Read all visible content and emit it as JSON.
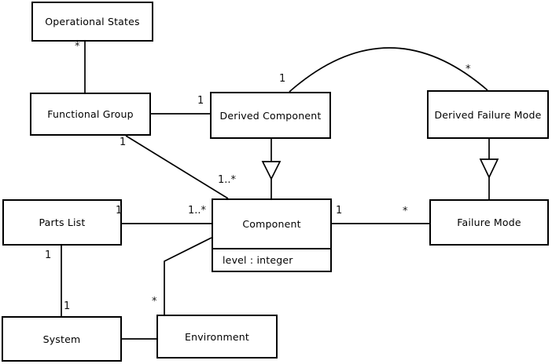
{
  "diagram": {
    "kind": "uml-class-diagram",
    "colors": {
      "background": "#ffffff",
      "line": "#000000",
      "box_fill": "#ffffff",
      "text": "#000000"
    },
    "classes": [
      {
        "name": "Operational States"
      },
      {
        "name": "Functional Group"
      },
      {
        "name": "Derived Component"
      },
      {
        "name": "Derived Failure Mode"
      },
      {
        "name": "Parts List"
      },
      {
        "name": "Component",
        "attributes": [
          "level : integer"
        ]
      },
      {
        "name": "Failure Mode"
      },
      {
        "name": "System"
      },
      {
        "name": "Environment"
      }
    ],
    "relationships": [
      {
        "from": "Operational States",
        "to": "Functional Group",
        "type": "association",
        "source_label": "*"
      },
      {
        "from": "Functional Group",
        "to": "Derived Component",
        "type": "association",
        "target_label": "1"
      },
      {
        "from": "Functional Group",
        "to": "Component",
        "type": "association",
        "source_label": "1",
        "target_label": "1..*"
      },
      {
        "from": "Derived Component",
        "to": "Component",
        "type": "generalization"
      },
      {
        "from": "Derived Component",
        "to": "Derived Failure Mode",
        "type": "association",
        "source_label": "1",
        "target_label": "*"
      },
      {
        "from": "Derived Failure Mode",
        "to": "Failure Mode",
        "type": "generalization"
      },
      {
        "from": "Parts List",
        "to": "Component",
        "type": "association",
        "source_label": "1",
        "target_label": "1..*"
      },
      {
        "from": "Component",
        "to": "Failure Mode",
        "type": "association",
        "source_label": "1",
        "target_label": "*"
      },
      {
        "from": "Parts List",
        "to": "System",
        "type": "association",
        "source_label": "1",
        "target_label": "1"
      },
      {
        "from": "Component",
        "to": "Environment",
        "type": "association",
        "target_label": "*"
      },
      {
        "from": "System",
        "to": "Environment",
        "type": "association"
      }
    ]
  }
}
